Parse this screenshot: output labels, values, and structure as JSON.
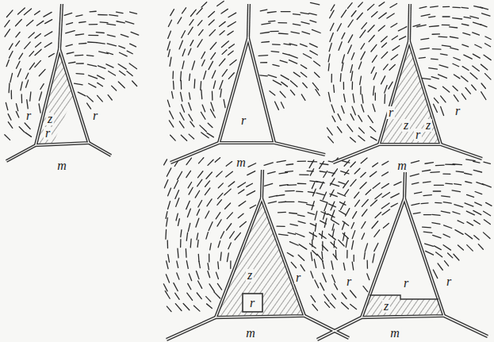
{
  "diagram": {
    "labels": [
      "r",
      "z",
      "r",
      "r",
      "m",
      "r",
      "m",
      "r",
      "z",
      "r",
      "z",
      "r",
      "m",
      "z",
      "r",
      "r",
      "m",
      "r",
      "r",
      "r",
      "z",
      "m"
    ]
  }
}
